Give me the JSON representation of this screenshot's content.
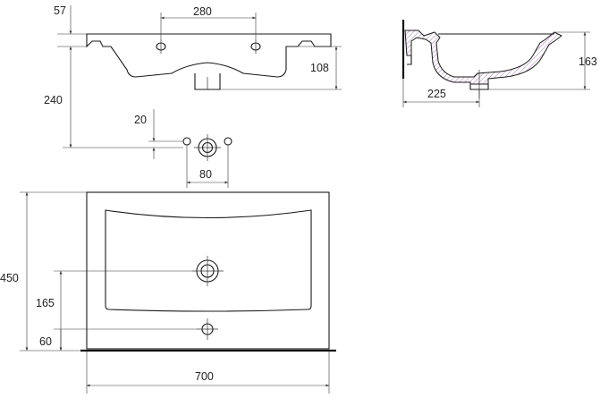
{
  "dimensions": {
    "d57": "57",
    "d280": "280",
    "d108": "108",
    "d240": "240",
    "d20": "20",
    "d80": "80",
    "d163": "163",
    "d225": "225",
    "d450": "450",
    "d165": "165",
    "d60": "60",
    "d700": "700"
  }
}
